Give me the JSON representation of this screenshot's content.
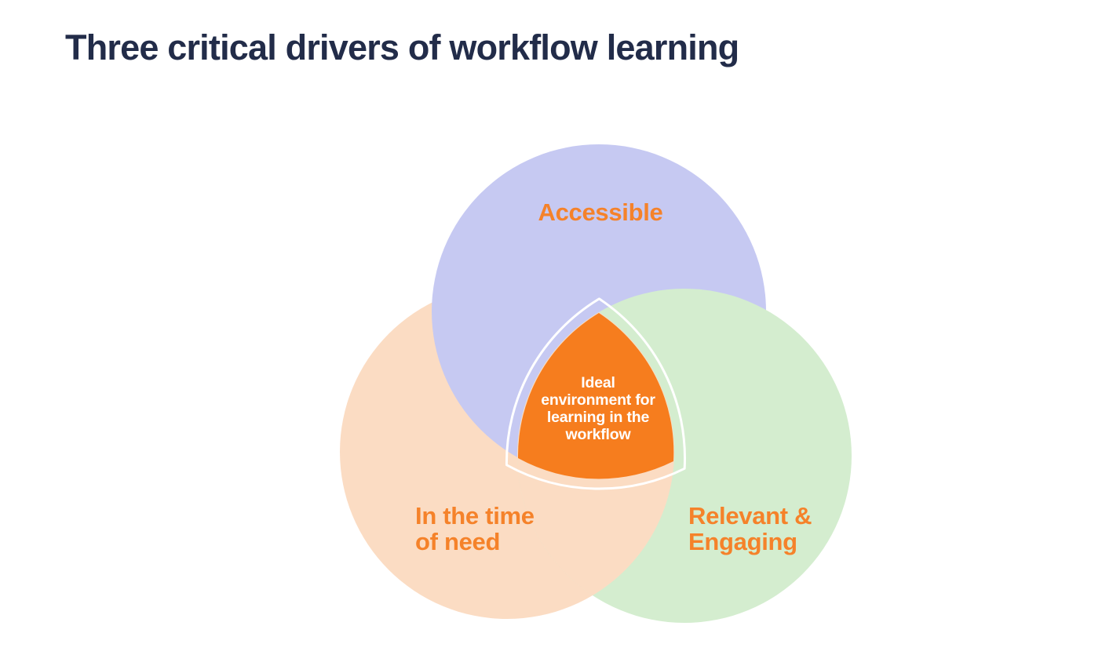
{
  "title": {
    "text": "Three critical drivers of workflow learning",
    "color": "#222c49"
  },
  "background": "#ffffff",
  "venn": {
    "circles": [
      {
        "name": "accessible",
        "label": "Accessible",
        "fill": "#c6c9f2"
      },
      {
        "name": "in-the-time-of-need",
        "label": "In the time of need",
        "label_lines": [
          "In the time",
          "of need"
        ],
        "fill": "#fbdcc3"
      },
      {
        "name": "relevant-engaging",
        "label": "Relevant & Engaging",
        "label_lines": [
          "Relevant &",
          "Engaging"
        ],
        "fill": "#d4edcf"
      }
    ],
    "label_color": "#f5822a",
    "center": {
      "label": "Ideal environment for learning in the workflow",
      "label_lines": [
        "Ideal",
        "environment for",
        "learning in the",
        "workflow"
      ],
      "fill": "#f67d1e",
      "text_color": "#ffffff",
      "outline_color": "#ffffff"
    }
  }
}
